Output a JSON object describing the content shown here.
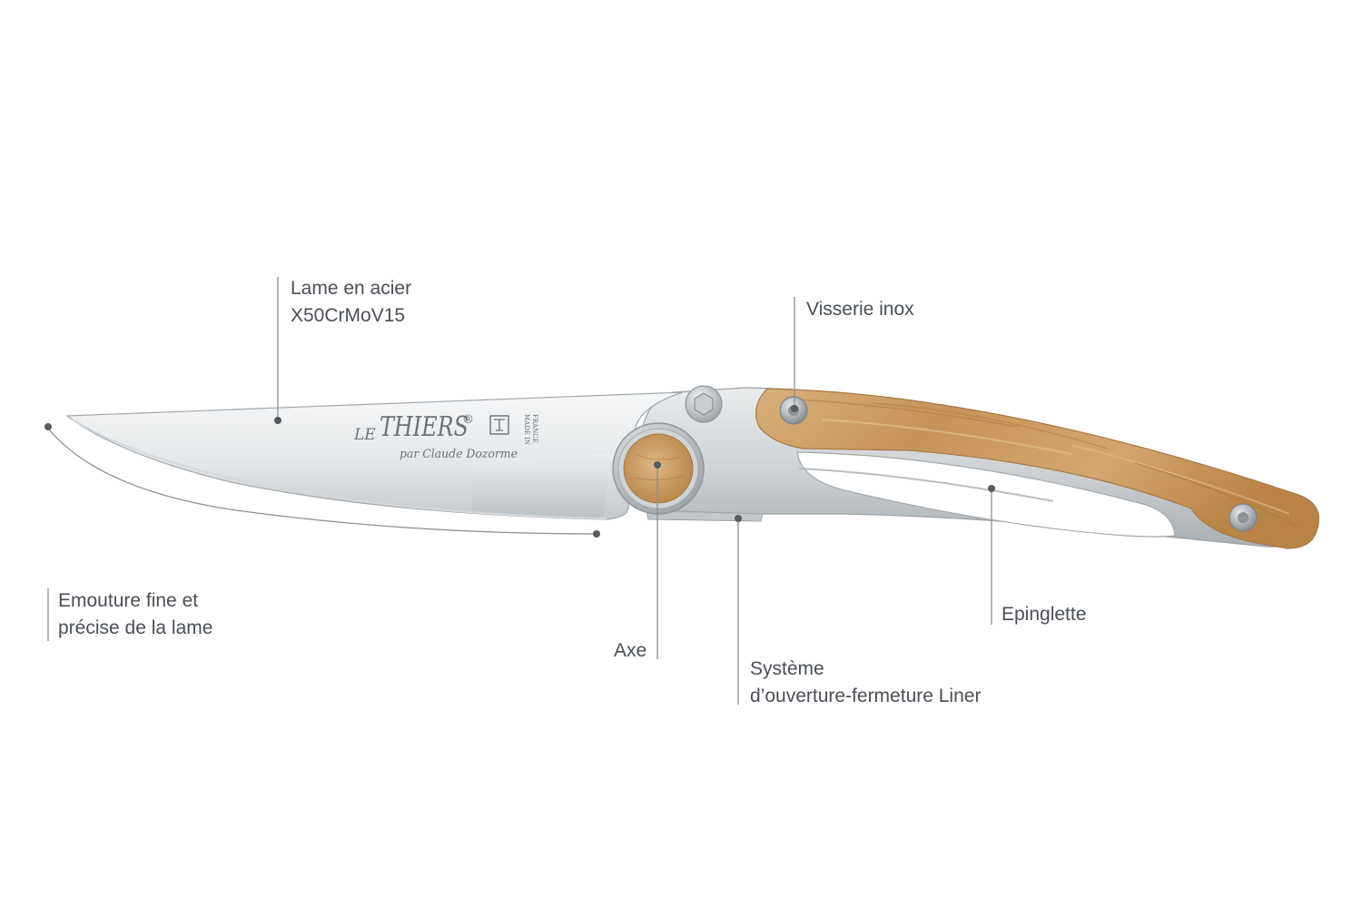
{
  "labels": {
    "blade_steel": [
      "Lame en acier",
      "X50CrMoV15"
    ],
    "screws": "Visserie inox",
    "grind": [
      "Emouture fine et",
      "précise de la lame"
    ],
    "axis": "Axe",
    "liner": [
      "Système",
      "d’ouverture-fermeture Liner"
    ],
    "pin": "Epinglette"
  },
  "blade_marking": {
    "brand_le": "LE",
    "brand_thiers": "THIERS",
    "registered": "®",
    "signature": "par Claude Dozorme",
    "made_in_line1": "MADE IN",
    "made_in_line2": "FRANCE"
  },
  "colors": {
    "label_text": "#4a4f55",
    "leader_line": "#8a9096",
    "steel_light": "#eef0f1",
    "steel_dark": "#b9bec2",
    "olive_wood": "#c99a63"
  }
}
